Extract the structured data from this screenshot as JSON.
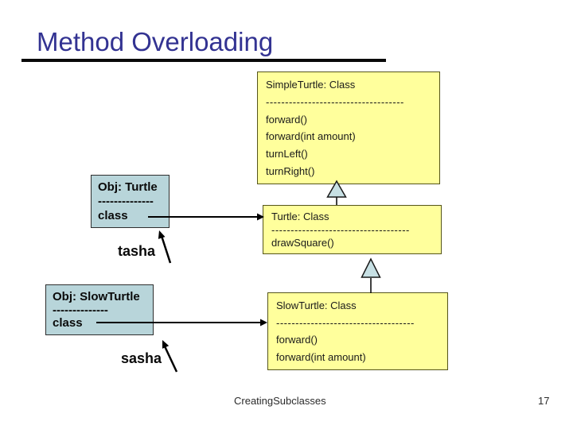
{
  "slide": {
    "title": "Method Overloading",
    "footer": {
      "label": "CreatingSubclasses",
      "page_number": "17"
    }
  },
  "colors": {
    "title_text": "#333392",
    "class_box_bg": "#ffff9c",
    "class_box_border": "#55551a",
    "object_box_bg": "#b8d5da",
    "inheritance_triangle_fill": "#c7e0e4",
    "connector_line": "#000000"
  },
  "class_boxes": [
    {
      "name": "SimpleTurtle: Class",
      "separator": "------------------------------------",
      "members": [
        "forward()",
        "forward(int amount)",
        "turnLeft()",
        "turnRight()"
      ]
    },
    {
      "name": "Turtle: Class",
      "separator": "------------------------------------",
      "members": [
        "drawSquare()"
      ]
    },
    {
      "name": "SlowTurtle: Class",
      "separator": "------------------------------------",
      "members": [
        "forward()",
        "forward(int amount)"
      ]
    }
  ],
  "object_boxes": [
    {
      "name": "Obj: Turtle",
      "separator": "--------------",
      "field": "class",
      "variable": "tasha"
    },
    {
      "name": "Obj: SlowTurtle",
      "separator": "--------------",
      "field": "class",
      "variable": "sasha"
    }
  ]
}
